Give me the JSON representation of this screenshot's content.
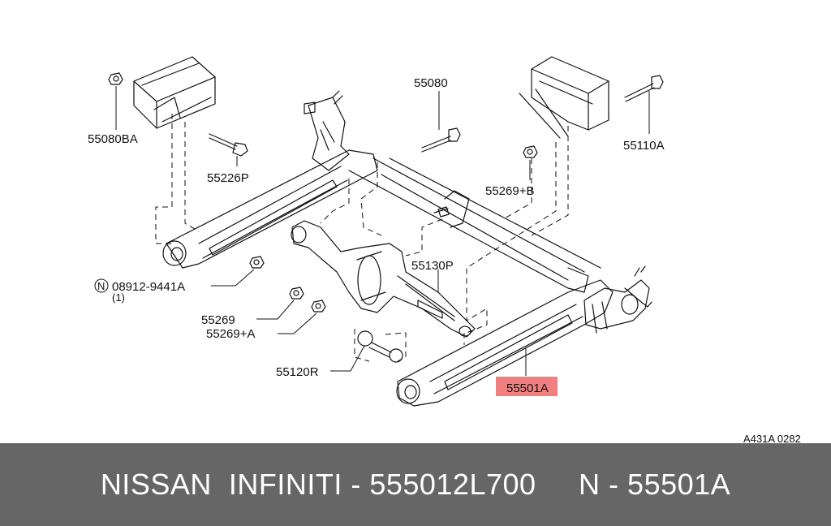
{
  "labels": {
    "p55080ba": "55080BA",
    "p55226p": "55226P",
    "p55080": "55080",
    "p55110a": "55110A",
    "p55269b": "55269+B",
    "p08912": "08912-9441A",
    "p08912_qty": "(1)",
    "p08912_prefix": "N",
    "p55130p": "55130P",
    "p55269": "55269",
    "p55269a": "55269+A",
    "p55120r": "55120R",
    "p55501a": "55501A"
  },
  "ref_code": "A431A 0282",
  "footer": {
    "text": "NISSAN  INFINITI - 555012L700     N - 55501A"
  },
  "colors": {
    "highlight": "#f08080",
    "footer_bg": "#666666",
    "footer_text": "#ffffff",
    "line": "#111111"
  }
}
